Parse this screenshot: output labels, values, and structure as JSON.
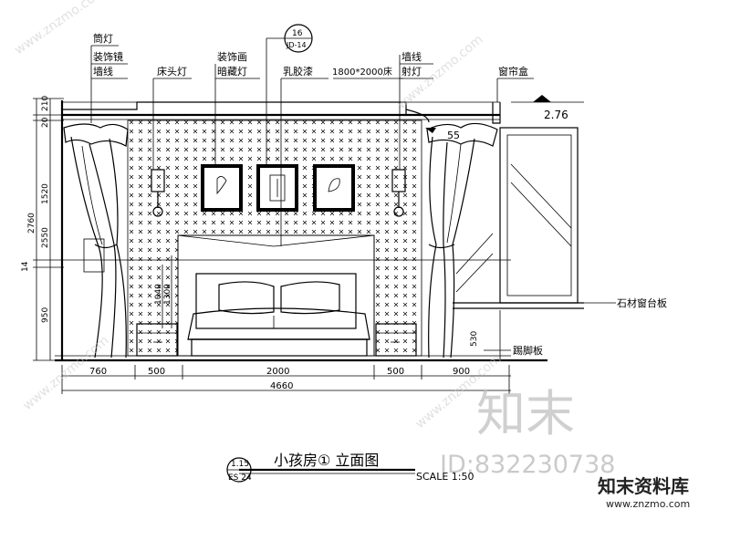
{
  "drawing": {
    "title": "小孩房① 立面图",
    "scale": "SCALE 1:50",
    "callout_bottom": {
      "top": "1.15",
      "bottom": "ES 24"
    },
    "callout_top": {
      "top": "16",
      "bottom": "JD-14"
    }
  },
  "labels": {
    "tube_light": "筒灯",
    "decor_ceiling": "装饰镜",
    "ceiling_line": "墙线",
    "bedside_lamp": "床头灯",
    "decor_painting": "装饰画",
    "hidden_light": "暗藏灯",
    "latex_paint": "乳胶漆",
    "bed_size": "1800*2000床",
    "wall_line_r": "墙线",
    "spot_light": "射灯",
    "curtain_box": "窗帘盒",
    "window_sill": "石材窗台板",
    "skirting": "踢脚板"
  },
  "level": {
    "value": "2.76"
  },
  "dims_horizontal": {
    "segments": [
      "760",
      "500",
      "2000",
      "500",
      "900"
    ],
    "total": "4660"
  },
  "dims_vertical": {
    "top1": "210",
    "top2": "20",
    "mid": "1520",
    "total": "2760",
    "lower": "2550",
    "bottom": "950",
    "right_low": "530",
    "bed_h1": "1040",
    "bed_h2": "1300",
    "curtain_d": "55",
    "sill_mark": "14"
  },
  "watermark": {
    "brand": "知末",
    "site_cn": "知末资料库",
    "url": "www.znzmo.com",
    "id": "ID:832230738"
  }
}
